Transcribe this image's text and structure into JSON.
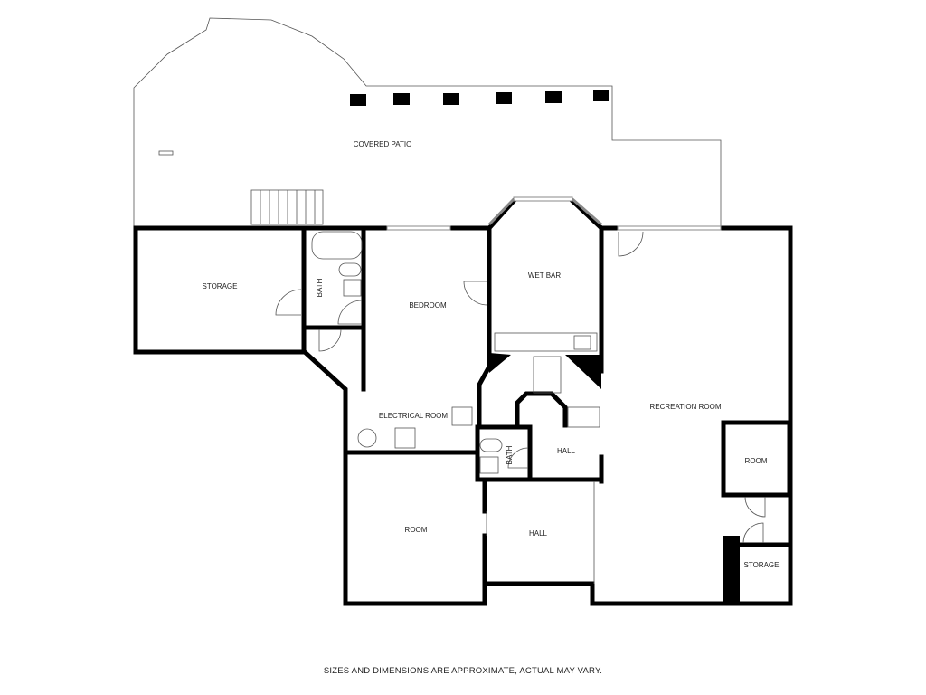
{
  "rooms": {
    "covered_patio": "COVERED PATIO",
    "storage_left": "STORAGE",
    "bath_upper": "BATH",
    "bedroom": "BEDROOM",
    "wet_bar": "WET BAR",
    "electrical_room": "ELECTRICAL ROOM",
    "recreation_room": "RECREATION ROOM",
    "bath_lower": "BATH",
    "hall_upper": "HALL",
    "hall_lower": "HALL",
    "room_left": "ROOM",
    "room_right": "ROOM",
    "storage_right": "STORAGE"
  },
  "disclaimer": "SIZES AND DIMENSIONS ARE APPROXIMATE, ACTUAL MAY VARY."
}
